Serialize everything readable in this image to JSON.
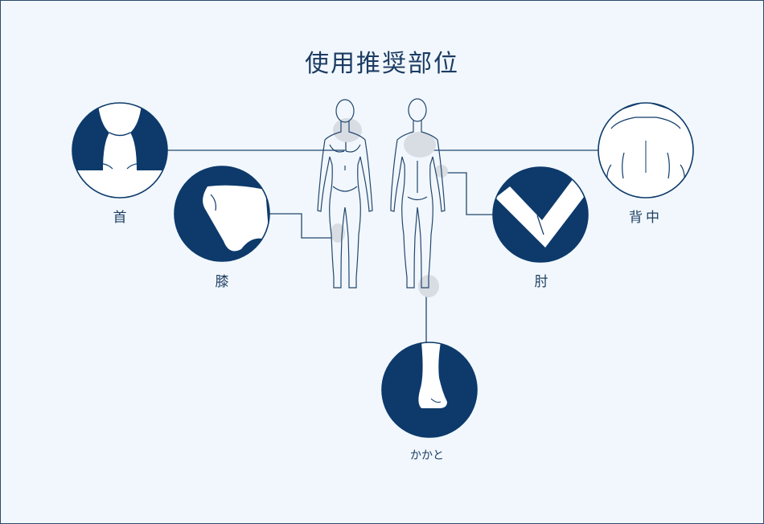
{
  "title": "使用推奨部位",
  "labels": {
    "neck": "首",
    "knee": "膝",
    "elbow": "肘",
    "back": "背中",
    "heel": "かかと"
  },
  "colors": {
    "navy": "#0d3a6b",
    "line": "#24476e",
    "highlight": "#d8dde3",
    "background": "#f1f7fc"
  }
}
